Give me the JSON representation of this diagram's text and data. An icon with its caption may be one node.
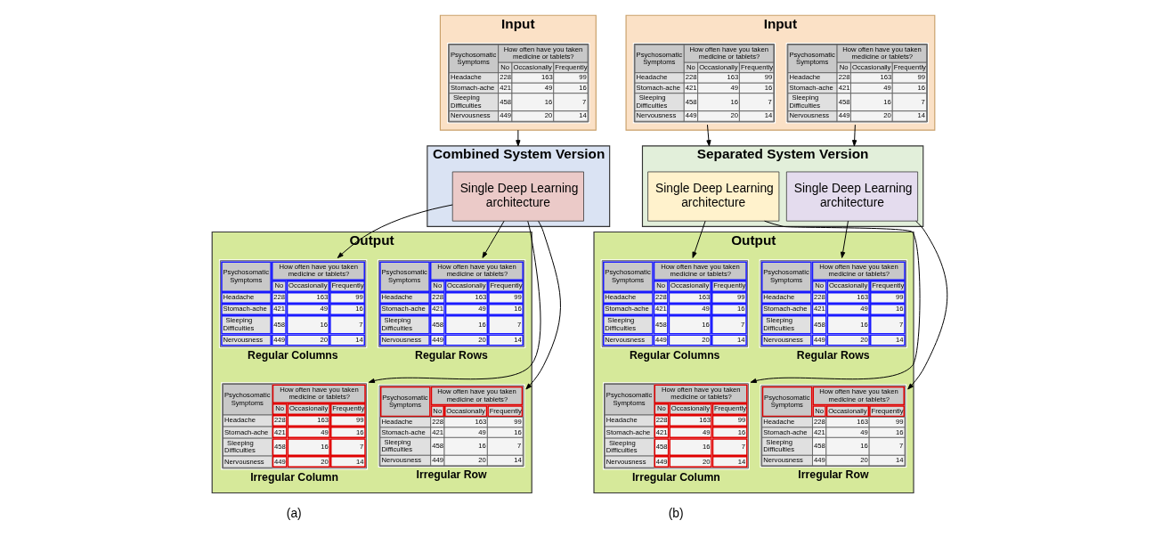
{
  "diagram": {
    "nodes": [
      {
        "text": [
          "Input"
        ]
      },
      {
        "text": [
          "Psychosomatic Symptoms",
          "How often have you taken medicine or tablets?",
          "No",
          "Occasionally",
          "Frequently",
          "Headache",
          "228",
          "163",
          "99",
          "Stomach-ache",
          "421",
          "49",
          "16",
          "Sleeping Difficulties",
          "458",
          "16",
          "7",
          "Nervousness",
          "449",
          "20",
          "14"
        ],
        "in": 0
      },
      {
        "text": [
          "Combined System Version"
        ]
      },
      {
        "text": [
          "Single Deep Learning architecture"
        ],
        "in": 2
      },
      {
        "text": [
          "Output"
        ]
      },
      {
        "text": [
          "Psychosomatic Symptoms",
          "How often have you taken medicine or tablets?",
          "No",
          "Occasionally",
          "Frequently",
          "Headache",
          "228",
          "163",
          "99",
          "Stomach-ache",
          "421",
          "49",
          "16",
          "Sleeping Difficulties",
          "458",
          "16",
          "7",
          "Nervousness",
          "449",
          "20",
          "14"
        ],
        "in": 4,
        "beside": [
          "Regular Columns"
        ]
      },
      {
        "text": [
          "Psychosomatic Symptoms",
          "How often have you taken medicine or tablets?",
          "No",
          "Occasionally",
          "Frequently",
          "Headache",
          "228",
          "163",
          "99",
          "Stomach-ache",
          "421",
          "49",
          "16",
          "Sleeping Difficulties",
          "458",
          "16",
          "7",
          "Nervousness",
          "449",
          "20",
          "14"
        ],
        "in": 4,
        "beside": [
          "Regular Rows"
        ]
      },
      {
        "text": [
          "Psychosomatic Symptoms",
          "How often have you taken medicine or tablets?",
          "No",
          "Occasionally",
          "Frequently",
          "Headache",
          "228",
          "163",
          "99",
          "Stomach-ache",
          "421",
          "49",
          "16",
          "Sleeping Difficulties",
          "458",
          "16",
          "7",
          "Nervousness",
          "449",
          "20",
          "14"
        ],
        "in": 4,
        "beside": [
          "Irregular Column"
        ]
      },
      {
        "text": [
          "Psychosomatic Symptoms",
          "How often have you taken medicine or tablets?",
          "No",
          "Occasionally",
          "Frequently",
          "Headache",
          "228",
          "163",
          "99",
          "Stomach-ache",
          "421",
          "49",
          "16",
          "Sleeping Difficulties",
          "458",
          "16",
          "7",
          "Nervousness",
          "449",
          "20",
          "14"
        ],
        "in": 4,
        "beside": [
          "Irregular Row"
        ]
      },
      {
        "text": [
          "Input"
        ]
      },
      {
        "text": [
          "Psychosomatic Symptoms",
          "How often have you taken medicine or tablets?",
          "No",
          "Occasionally",
          "Frequently",
          "Headache",
          "228",
          "163",
          "99",
          "Stomach-ache",
          "421",
          "49",
          "16",
          "Sleeping Difficulties",
          "458",
          "16",
          "7",
          "Nervousness",
          "449",
          "20",
          "14"
        ],
        "in": 9
      },
      {
        "text": [
          "Psychosomatic Symptoms",
          "How often have you taken medicine or tablets?",
          "No",
          "Occasionally",
          "Frequently",
          "Headache",
          "228",
          "163",
          "99",
          "Stomach-ache",
          "421",
          "49",
          "16",
          "Sleeping Difficulties",
          "458",
          "16",
          "7",
          "Nervousness",
          "449",
          "20",
          "14"
        ],
        "in": 9
      },
      {
        "text": [
          "Separated System Version"
        ]
      },
      {
        "text": [
          "Single Deep Learning architecture"
        ],
        "in": 12
      },
      {
        "text": [
          "Single Deep Learning architecture"
        ],
        "in": 12
      },
      {
        "text": [
          "Output"
        ]
      },
      {
        "text": [
          "Psychosomatic Symptoms",
          "How often have you taken medicine or tablets?",
          "No",
          "Occasionally",
          "Frequently",
          "Headache",
          "228",
          "163",
          "99",
          "Stomach-ache",
          "421",
          "49",
          "16",
          "Sleeping Difficulties",
          "458",
          "16",
          "7",
          "Nervousness",
          "449",
          "20",
          "14"
        ],
        "in": 15,
        "beside": [
          "Regular Columns"
        ]
      },
      {
        "text": [
          "Psychosomatic Symptoms",
          "How often have you taken medicine or tablets?",
          "No",
          "Occasionally",
          "Frequently",
          "Headache",
          "228",
          "163",
          "99",
          "Stomach-ache",
          "421",
          "49",
          "16",
          "Sleeping Difficulties",
          "458",
          "16",
          "7",
          "Nervousness",
          "449",
          "20",
          "14"
        ],
        "in": 15,
        "beside": [
          "Regular Rows"
        ]
      },
      {
        "text": [
          "Psychosomatic Symptoms",
          "How often have you taken medicine or tablets?",
          "No",
          "Occasionally",
          "Frequently",
          "Headache",
          "228",
          "163",
          "99",
          "Stomach-ache",
          "421",
          "49",
          "16",
          "Sleeping Difficulties",
          "458",
          "16",
          "7",
          "Nervousness",
          "449",
          "20",
          "14"
        ],
        "in": 15,
        "beside": [
          "Irregular Column"
        ]
      },
      {
        "text": [
          "Psychosomatic Symptoms",
          "How often have you taken medicine or tablets?",
          "No",
          "Occasionally",
          "Frequently",
          "Headache",
          "228",
          "163",
          "99",
          "Stomach-ache",
          "421",
          "49",
          "16",
          "Sleeping Difficulties",
          "458",
          "16",
          "7",
          "Nervousness",
          "449",
          "20",
          "14"
        ],
        "in": 15,
        "beside": [
          "Irregular Row"
        ]
      }
    ],
    "edges": [
      {
        "from": 0,
        "to": 2,
        "arrow": "to"
      },
      {
        "from": 3,
        "to": 5,
        "arrow": "to"
      },
      {
        "from": 3,
        "to": 7,
        "arrow": "to"
      },
      {
        "from": 3,
        "to": 6,
        "arrow": "to"
      },
      {
        "from": 3,
        "to": 8,
        "arrow": "to"
      },
      {
        "from": 10,
        "to": 12,
        "arrow": "to"
      },
      {
        "from": 11,
        "to": 12,
        "arrow": "to"
      },
      {
        "from": 13,
        "to": 16,
        "arrow": "to"
      },
      {
        "from": 13,
        "to": 18,
        "arrow": "to"
      },
      {
        "from": 14,
        "to": 17,
        "arrow": "to"
      },
      {
        "from": 14,
        "to": 19,
        "arrow": "to"
      }
    ],
    "labels": [
      "(a)",
      "(b)"
    ]
  }
}
